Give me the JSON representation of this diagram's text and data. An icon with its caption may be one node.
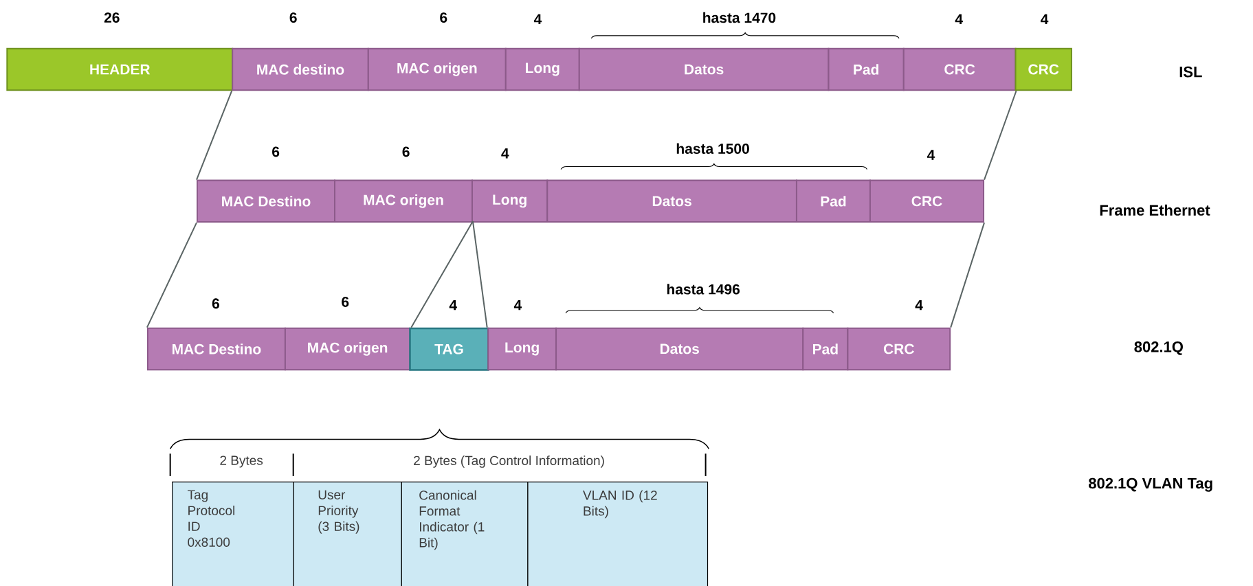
{
  "diagram": {
    "nodes": [
      {
        "text": [
          "HEADER"
        ]
      },
      {
        "text": [
          "MAC destino"
        ]
      },
      {
        "text": [
          "MAC origen"
        ]
      },
      {
        "text": [
          "Long"
        ]
      },
      {
        "text": [
          "Datos"
        ]
      },
      {
        "text": [
          "Pad"
        ]
      },
      {
        "text": [
          "CRC"
        ]
      },
      {
        "text": [
          "CRC"
        ]
      },
      {
        "text": [
          "MAC Destino"
        ]
      },
      {
        "text": [
          "MAC origen"
        ]
      },
      {
        "text": [
          "Long"
        ]
      },
      {
        "text": [
          "Datos"
        ]
      },
      {
        "text": [
          "Pad"
        ]
      },
      {
        "text": [
          "CRC"
        ]
      },
      {
        "text": [
          "MAC Destino"
        ]
      },
      {
        "text": [
          "MAC origen"
        ]
      },
      {
        "text": [
          "TAG"
        ]
      },
      {
        "text": [
          "Long"
        ]
      },
      {
        "text": [
          "Datos"
        ]
      },
      {
        "text": [
          "Pad"
        ]
      },
      {
        "text": [
          "CRC"
        ]
      },
      {
        "text": [
          "Tag Protocol ID 0x8100"
        ]
      },
      {
        "text": [
          "User Priority (3 Bits)"
        ]
      },
      {
        "text": [
          "Canonical Format Indicator (1 Bit)"
        ]
      },
      {
        "text": [
          "VLAN ID (12 Bits)"
        ]
      }
    ],
    "edges": [
      {
        "from": 1,
        "to": 8,
        "arrow": "none"
      },
      {
        "from": 6,
        "to": 13,
        "arrow": "none"
      },
      {
        "from": 8,
        "to": 14,
        "arrow": "none"
      },
      {
        "from": 13,
        "to": 20,
        "arrow": "none"
      },
      {
        "from": 10,
        "to": 16,
        "arrow": "none"
      }
    ],
    "labels": [
      "26",
      "6",
      "6",
      "4",
      "hasta 1470",
      "4",
      "4",
      "ISL",
      "6",
      "6",
      "4",
      "hasta 1500",
      "4",
      "Frame Ethernet",
      "6",
      "6",
      "4",
      "4",
      "hasta 1496",
      "4",
      "802.1Q",
      "2 Bytes",
      "2 Bytes (Tag Control Information)",
      "802.1Q VLAN Tag"
    ]
  }
}
